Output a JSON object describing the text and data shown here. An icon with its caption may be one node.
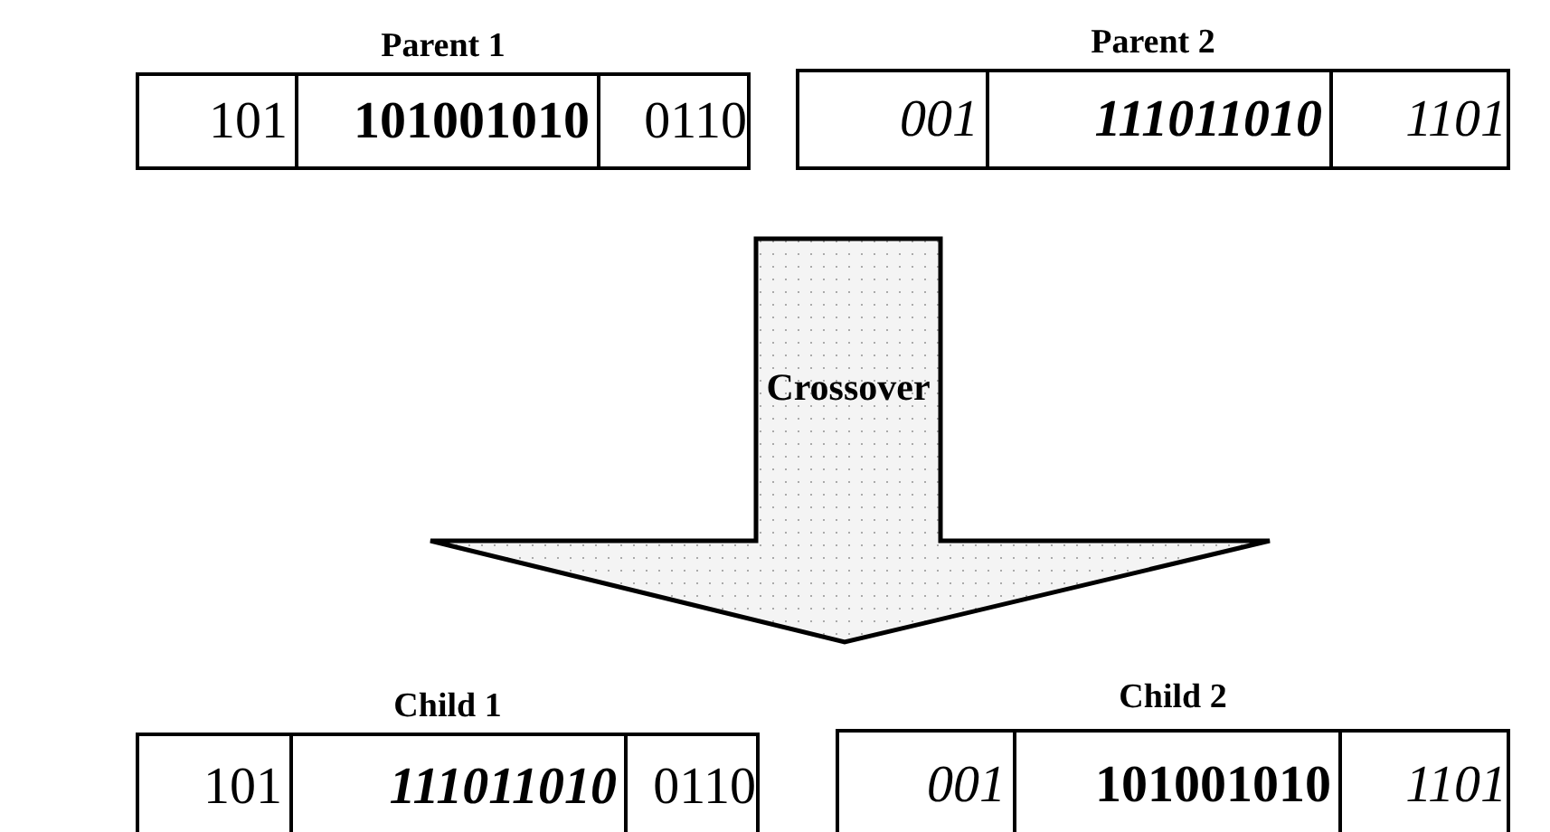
{
  "diagram": {
    "nodes": [
      {
        "text": [
          "Parent 1"
        ]
      },
      {
        "text": [
          "101"
        ],
        "in": 0
      },
      {
        "text": [
          "101001010"
        ],
        "in": 0
      },
      {
        "text": [
          "0110"
        ],
        "in": 0
      },
      {
        "text": [
          "Parent 2"
        ]
      },
      {
        "text": [
          "001"
        ],
        "in": 4
      },
      {
        "text": [
          "111011010"
        ],
        "in": 4
      },
      {
        "text": [
          "1101"
        ],
        "in": 4
      },
      {
        "text": [
          "Crossover"
        ]
      },
      {
        "text": [
          "Child 1"
        ]
      },
      {
        "text": [
          "101"
        ],
        "in": 9
      },
      {
        "text": [
          "111011010"
        ],
        "in": 9
      },
      {
        "text": [
          "0110"
        ],
        "in": 9
      },
      {
        "text": [
          "Child 2"
        ]
      },
      {
        "text": [
          "001"
        ],
        "in": 13
      },
      {
        "text": [
          "101001010"
        ],
        "in": 13
      },
      {
        "text": [
          "1101"
        ],
        "in": 13
      }
    ]
  }
}
